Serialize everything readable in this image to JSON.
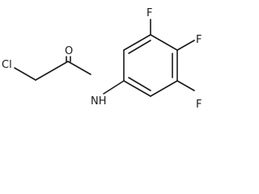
{
  "molecule": {
    "atoms": {
      "chlorine": "Cl",
      "oxygen": "O",
      "nitrogen_hydrogen": "NH",
      "fluorine_top": "F",
      "fluorine_right": "F",
      "fluorine_bottom": "F"
    },
    "bond_color": "#1a1a1a",
    "background_color": "#ffffff"
  }
}
